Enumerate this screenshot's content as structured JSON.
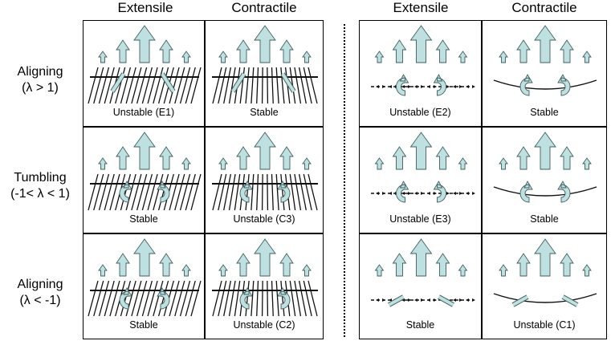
{
  "headers": [
    "Extensile",
    "Contractile",
    "Extensile",
    "Contractile"
  ],
  "rows": [
    {
      "line1": "Aligning",
      "line2": "(λ > 1)"
    },
    {
      "line1": "Tumbling",
      "line2": "(-1< λ < 1)"
    },
    {
      "line1": "Aligning",
      "line2": "(λ < -1)"
    }
  ],
  "left_grid": [
    [
      "Unstable (E1)",
      "Stable"
    ],
    [
      "Stable",
      "Unstable (C3)"
    ],
    [
      "Stable",
      "Unstable (C2)"
    ]
  ],
  "right_grid": [
    [
      "Unstable (E2)",
      "Stable"
    ],
    [
      "Unstable (E3)",
      "Stable"
    ],
    [
      "Stable",
      "Unstable (C1)"
    ]
  ],
  "colors": {
    "arrow_fill": "#bfe0e0",
    "arrow_stroke": "#3f5f5f",
    "border": "#000000"
  }
}
